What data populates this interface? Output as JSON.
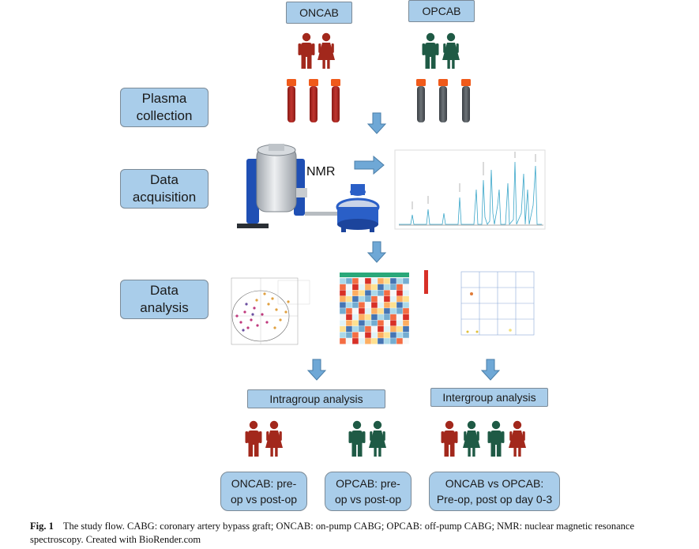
{
  "groups": {
    "oncab": "ONCAB",
    "opcab": "OPCAB"
  },
  "stages": {
    "plasma": "Plasma\ncollection",
    "acquisition": "Data\nacquisition",
    "analysis": "Data\nanalysis"
  },
  "nmr_label": "NMR",
  "analyses": {
    "intragroup": "Intragroup analysis",
    "intergroup": "Intergroup analysis"
  },
  "results": {
    "oncab_intra": "ONCAB: pre-\nop vs post-op",
    "opcab_intra": "OPCAB: pre-\nop vs post-op",
    "inter": "ONCAB vs OPCAB:\nPre-op, post op day 0-3"
  },
  "caption": {
    "label": "Fig. 1",
    "text": "The study flow. CABG: coronary artery bypass graft; ONCAB: on-pump CABG; OPCAB: off-pump CABG; NMR: nuclear magnetic resonance spectroscopy. Created with BioRender.com"
  },
  "colors": {
    "box": "#a9cdea",
    "oncab_red": "#a2281c",
    "opcab_green": "#1f5a45",
    "arrow": "#6fa8d6"
  }
}
